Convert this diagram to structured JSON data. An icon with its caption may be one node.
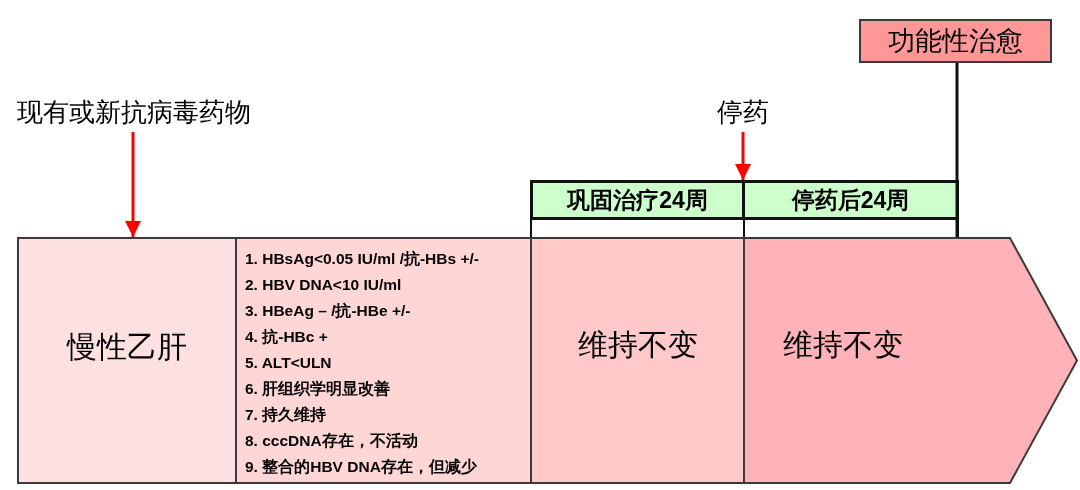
{
  "diagram": {
    "nodes": [
      {
        "text": [
          "功能性治愈"
        ]
      },
      {
        "text": [
          "现有或新抗病毒药物"
        ]
      },
      {
        "text": [
          "停药"
        ]
      },
      {
        "text": [
          "巩固治疗24周"
        ]
      },
      {
        "text": [
          "停药后24周"
        ]
      },
      {
        "text": [],
        "shape": "box"
      },
      {
        "text": [],
        "shape": "box"
      },
      {
        "text": [
          "慢性乙肝"
        ]
      },
      {
        "text": [
          "1. HBsAg<0.05 IU/ml /抗-HBs +/-",
          "2. HBV DNA<10 IU/ml",
          "3. HBeAg – /抗-HBe +/-",
          "4. 抗-HBc +",
          "5. ALT<ULN",
          "6. 肝组织学明显改善",
          "7. 持久维持",
          "8. cccDNA存在，不活动",
          "9. 整合的HBV DNA存在，但减少"
        ]
      },
      {
        "text": [
          "维持不变"
        ]
      },
      {
        "text": [
          "维持不变"
        ]
      }
    ],
    "edges": [
      {
        "from": 1,
        "to": 7,
        "arrow": "to",
        "color": "#ff0000"
      },
      {
        "from": 2,
        "to": 3,
        "arrow": "to",
        "color": "#ff0000"
      },
      {
        "from": 0,
        "to": 10,
        "arrow": "none",
        "color": "#111111"
      }
    ]
  }
}
